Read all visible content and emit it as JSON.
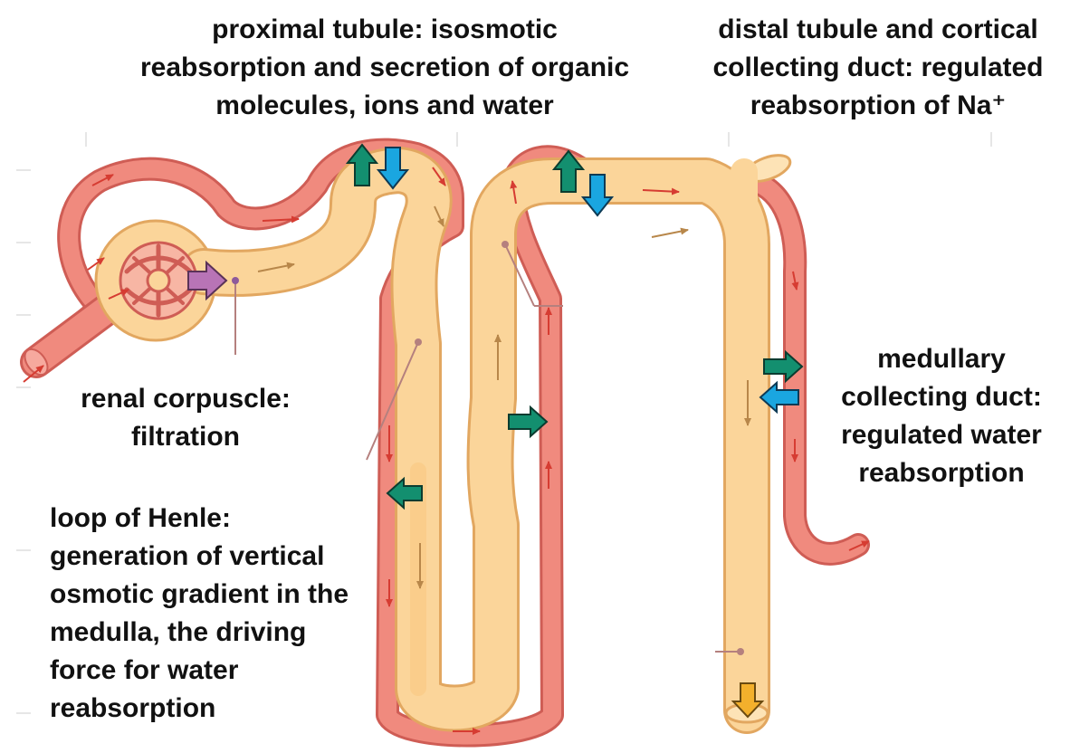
{
  "labels": {
    "proximal_tubule": {
      "lines": [
        "proximal tubule:  isosmotic",
        "reabsorption and secretion of organic",
        "molecules, ions and water"
      ]
    },
    "distal_tubule": {
      "lines": [
        "distal tubule and cortical",
        "collecting duct:  regulated",
        "reabsorption of Na⁺"
      ]
    },
    "renal_corpuscle": {
      "lines": [
        "renal corpuscle:",
        "filtration"
      ]
    },
    "medullary_collecting_duct": {
      "lines": [
        "medullary",
        "collecting duct:",
        "regulated water",
        "reabsorption"
      ]
    },
    "loop_of_henle": {
      "lines": [
        "loop of Henle:",
        "generation of vertical",
        "osmotic gradient in the",
        "medulla, the driving",
        "force for water",
        "reabsorption"
      ]
    }
  },
  "colors": {
    "tubule_fill": "#fbd59a",
    "tubule_outline": "#e2a760",
    "vessel": "#f08a7e",
    "vessel_outline": "#cf5d55",
    "vessel_arrow": "#d63c32",
    "flow_arrow": "#b8874a",
    "reabsorption_arrow": "#138f6f",
    "secretion_arrow": "#1aa6e0",
    "filtration_arrow": "#b874b6",
    "urine_arrow": "#f3b02c"
  },
  "icons": [
    "green-arrow",
    "blue-arrow",
    "purple-arrow",
    "orange-arrow"
  ]
}
